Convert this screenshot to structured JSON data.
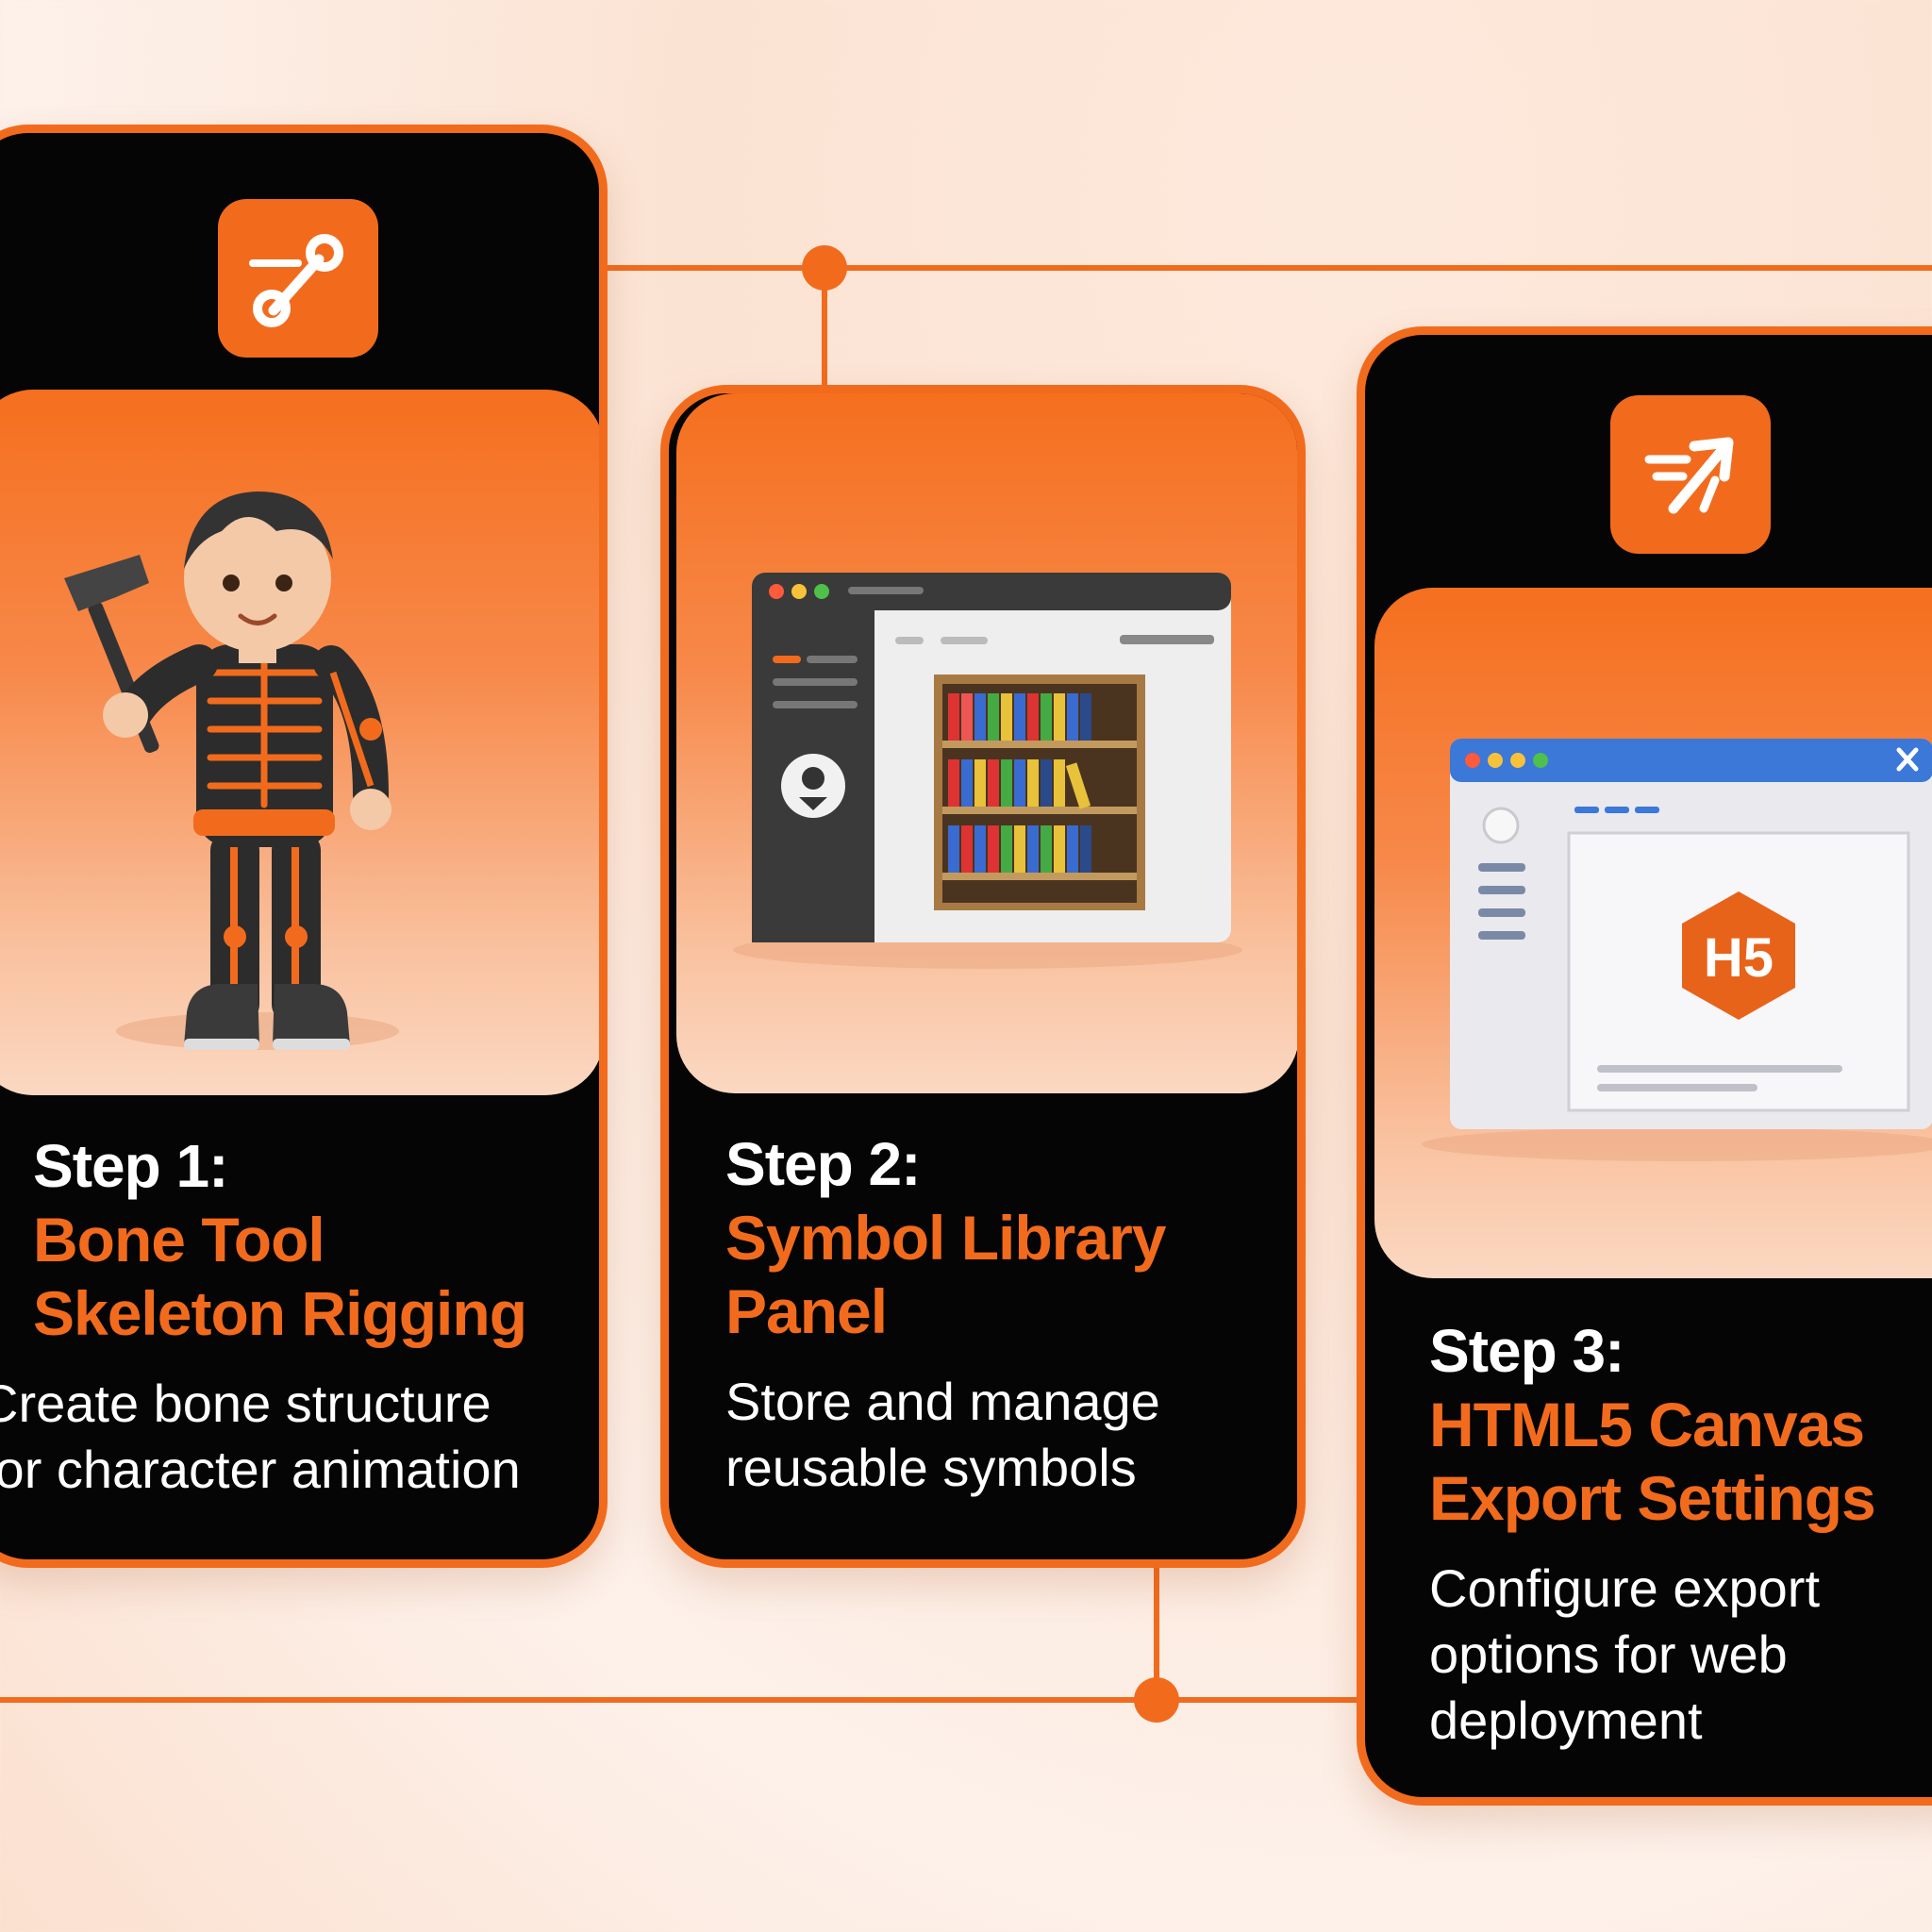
{
  "colors": {
    "accent": "#f26b1d",
    "card_background": "#050505",
    "page_background": "#fbe6d8"
  },
  "steps": [
    {
      "label": "Step 1:",
      "title_lines": [
        "Bone Tool",
        "Skeleton Rigging"
      ],
      "description_lines": [
        "Create bone structure",
        "for character animation"
      ],
      "icon": "bone-tool-icon",
      "illustration": "character-with-hammer-illustration"
    },
    {
      "label": "Step 2:",
      "title_lines": [
        "Symbol Library",
        "Panel"
      ],
      "description_lines": [
        "Store and manage",
        "reusable symbols"
      ],
      "illustration": "library-window-illustration"
    },
    {
      "label": "Step 3:",
      "title_lines": [
        "HTML5 Canvas",
        "Export Settings"
      ],
      "description_lines": [
        "Configure export",
        "options for web",
        "deployment"
      ],
      "icon": "export-arrow-icon",
      "illustration": "html5-export-window-illustration",
      "badge_text": "H5"
    }
  ]
}
